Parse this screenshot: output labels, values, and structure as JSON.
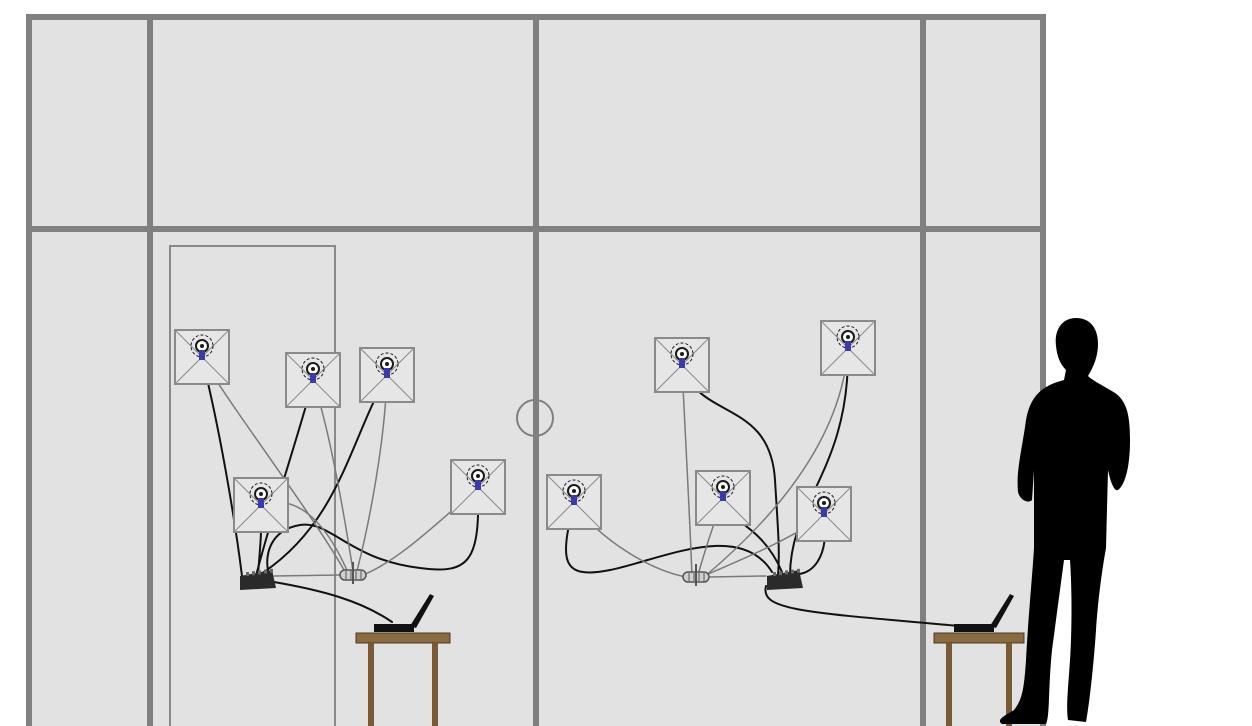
{
  "scene": {
    "description_free": true,
    "colors": {
      "background": "#ffffff",
      "wall": "#e2e2e2",
      "frame": "#808080",
      "door_outline": "#8a8a8a",
      "speaker_box": "#8a8a8a",
      "speaker_fill": "#e6e6e6",
      "speaker_cone": "#1a1a1a",
      "speaker_accent": "#3a3aa8",
      "cable_dark": "#111111",
      "cable_light": "#7a7a7a",
      "hub_dark": "#2a2a2a",
      "splitter": "#555555",
      "table_top": "#8a6a40",
      "table_leg": "#7a5a35",
      "laptop": "#111111",
      "person": "#000000"
    },
    "icons": {
      "speaker": "speaker-icon",
      "hub": "audio-hub-icon",
      "splitter": "cable-splitter-icon",
      "laptop": "laptop-icon",
      "person": "person-silhouette-icon",
      "door_handle": "door-handle-icon"
    },
    "counts": {
      "left_group_speakers": 5,
      "right_group_speakers": 5,
      "tables": 2,
      "laptops": 2,
      "people": 1
    }
  }
}
